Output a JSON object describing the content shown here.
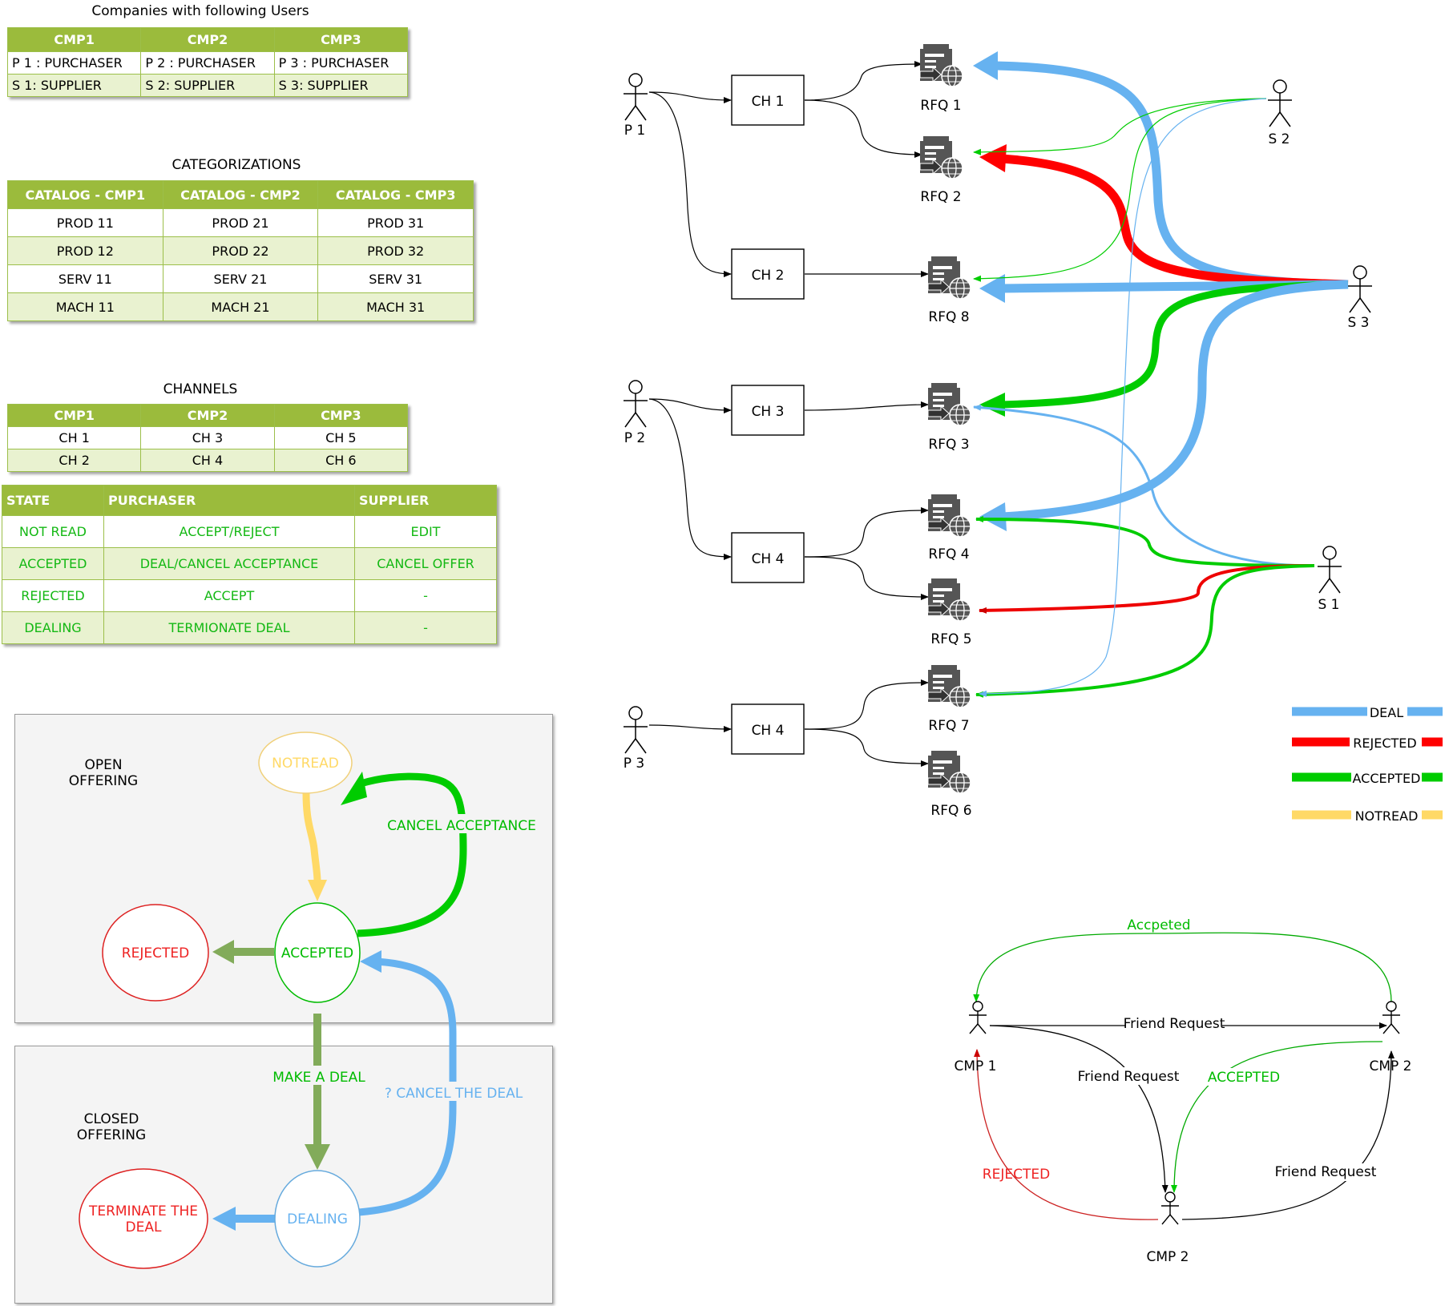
{
  "companies_table": {
    "title": "Companies with following Users",
    "headers": [
      "CMP1",
      "CMP2",
      "CMP3"
    ],
    "rows": [
      [
        "P 1 : PURCHASER",
        "P 2 : PURCHASER",
        "P 3 : PURCHASER"
      ],
      [
        "S 1: SUPPLIER",
        "S 2: SUPPLIER",
        "S 3: SUPPLIER"
      ]
    ]
  },
  "categorizations_table": {
    "title": "CATEGORIZATIONS",
    "headers": [
      "CATALOG - CMP1",
      "CATALOG - CMP2",
      "CATALOG - CMP3"
    ],
    "rows": [
      [
        "PROD 11",
        "PROD 21",
        "PROD 31"
      ],
      [
        "PROD 12",
        "PROD 22",
        "PROD 32"
      ],
      [
        "SERV 11",
        "SERV 21",
        "SERV 31"
      ],
      [
        "MACH 11",
        "MACH 21",
        "MACH 31"
      ]
    ]
  },
  "channels_table": {
    "title": "CHANNELS",
    "headers": [
      "CMP1",
      "CMP2",
      "CMP3"
    ],
    "rows": [
      [
        "CH 1",
        "CH 3",
        "CH 5"
      ],
      [
        "CH 2",
        "CH 4",
        "CH 6"
      ]
    ]
  },
  "states_table": {
    "headers": [
      "STATE",
      "PURCHASER",
      "SUPPLIER"
    ],
    "rows": [
      [
        "NOT READ",
        "ACCEPT/REJECT",
        "EDIT"
      ],
      [
        "ACCEPTED",
        "DEAL/CANCEL ACCEPTANCE",
        "CANCEL OFFER"
      ],
      [
        "REJECTED",
        "ACCEPT",
        "-"
      ],
      [
        "DEALING",
        "TERMIONATE DEAL",
        "-"
      ]
    ]
  },
  "state_machine": {
    "open_label": [
      "OPEN",
      "OFFERING"
    ],
    "closed_label": [
      "CLOSED",
      "OFFERING"
    ],
    "notread": "NOTREAD",
    "accepted": "ACCEPTED",
    "rejected": "REJECTED",
    "dealing": "DEALING",
    "terminate": [
      "TERMINATE THE",
      "DEAL"
    ],
    "cancel_acceptance": "CANCEL ACCEPTANCE",
    "make_a_deal": "MAKE A DEAL",
    "cancel_the_deal": "? CANCEL THE DEAL"
  },
  "network": {
    "purchasers": [
      "P 1",
      "P 2",
      "P 3"
    ],
    "suppliers": [
      "S 2",
      "S 3",
      "S 1"
    ],
    "channels": [
      "CH 1",
      "CH 2",
      "CH 3",
      "CH 4",
      "CH 4"
    ],
    "rfqs": [
      "RFQ 1",
      "RFQ 2",
      "RFQ 8",
      "RFQ 3",
      "RFQ 4",
      "RFQ 5",
      "RFQ 7",
      "RFQ 6"
    ]
  },
  "legend": [
    {
      "label": "DEAL",
      "color": "#66b2f0"
    },
    {
      "label": "REJECTED",
      "color": "#ff0000"
    },
    {
      "label": "ACCEPTED",
      "color": "#00cc00"
    },
    {
      "label": "NOTREAD",
      "color": "#ffd966"
    }
  ],
  "friend_diagram": {
    "cmp1": "CMP 1",
    "cmp2_right": "CMP 2",
    "cmp2_bottom": "CMP 2",
    "accepted_top": "Accpeted",
    "friend_request_top": "Friend Request",
    "friend_request_mid": "Friend Request",
    "friend_request_right": "Friend Request",
    "accepted_mid": "ACCEPTED",
    "rejected": "REJECTED"
  },
  "colors": {
    "deal": "#66b2f0",
    "rejected": "#ff0000",
    "accepted": "#00cc00",
    "notread": "#ffd966",
    "header_green": "#9bbb3c"
  }
}
